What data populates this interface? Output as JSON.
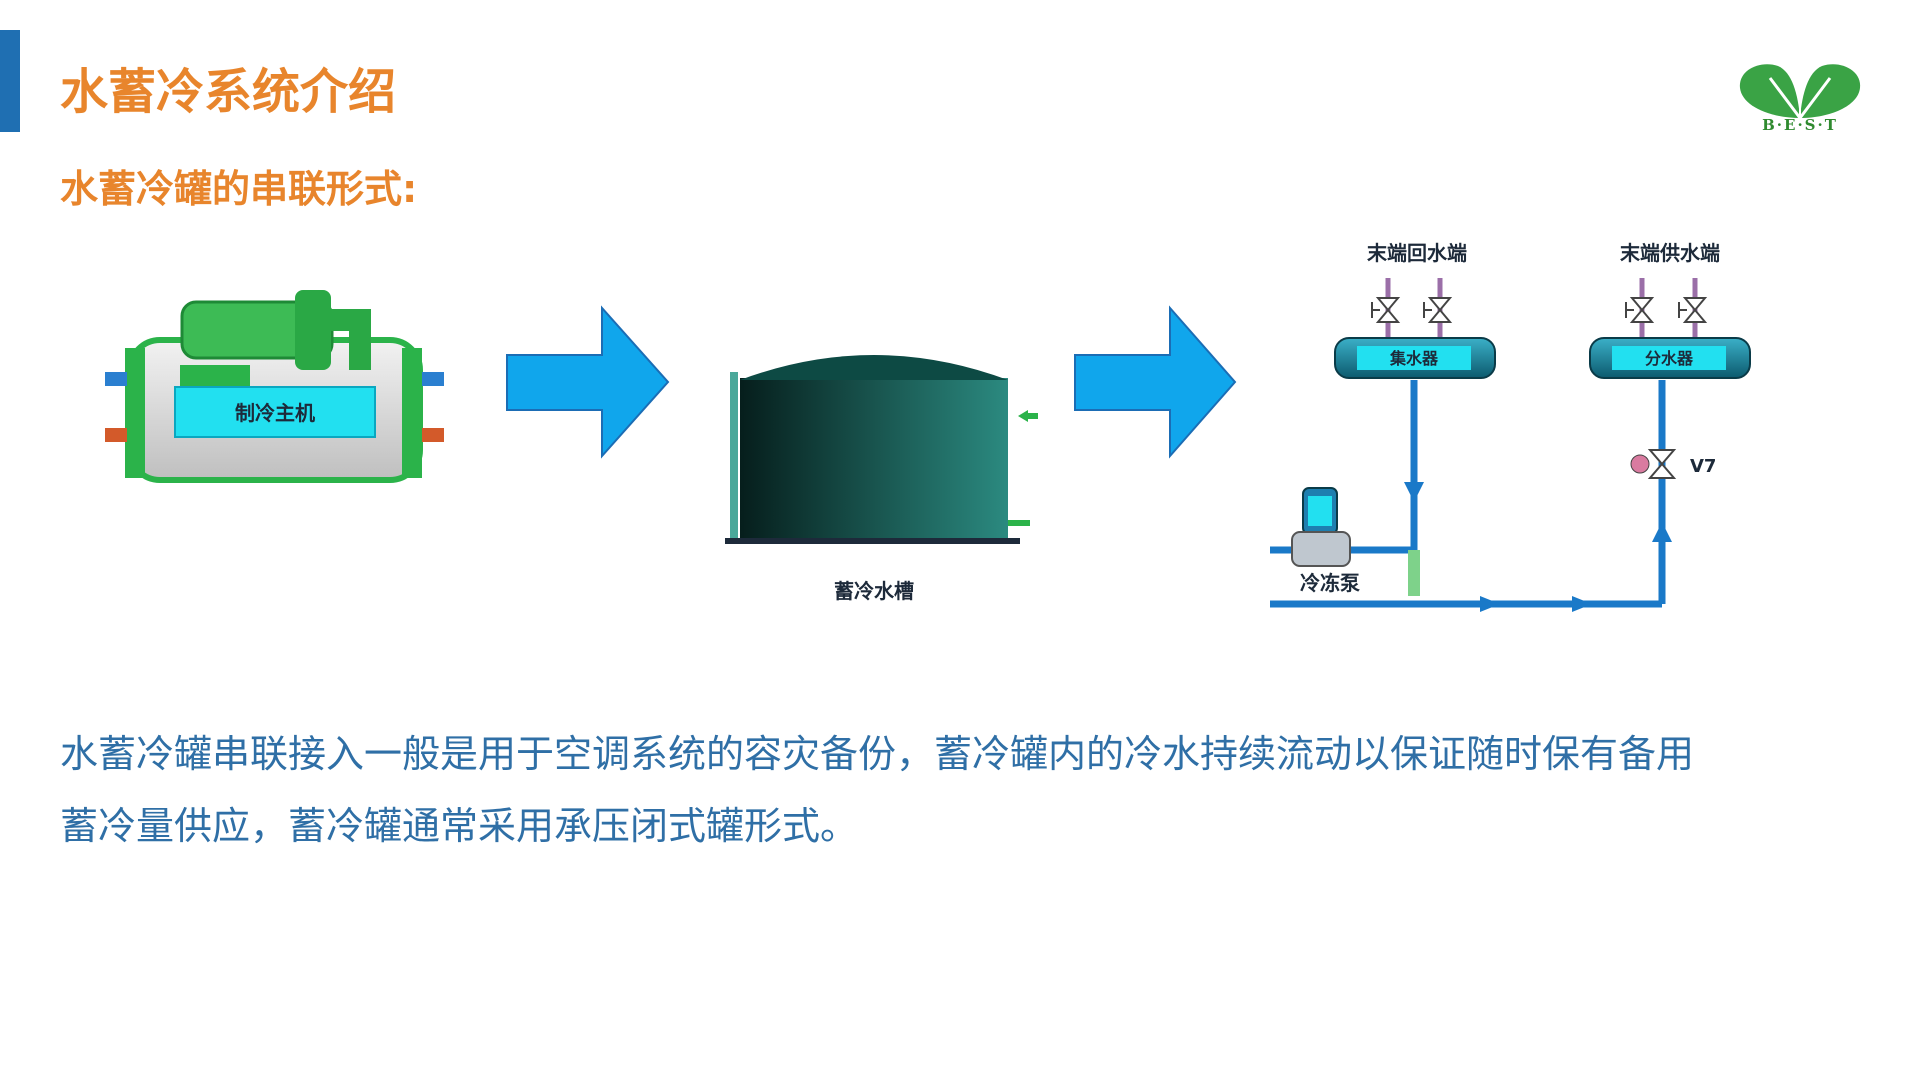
{
  "title": "水蓄冷系统介绍",
  "subtitle": "水蓄冷罐的串联形式:",
  "logo": {
    "text": "B·E·S·T",
    "icon": "leaf-logo-icon"
  },
  "diagram": {
    "chiller_label": "制冷主机",
    "tank_label": "蓄冷水槽",
    "return_label": "末端回水端",
    "supply_label": "末端供水端",
    "collector_label": "集水器",
    "distributor_label": "分水器",
    "valve_label": "V7",
    "pump_label": "冷冻泵"
  },
  "body": {
    "line1": "水蓄冷罐串联接入一般是用于空调系统的容灾备份，蓄冷罐内的冷水持续流动以保证随时保有备用",
    "line2": "蓄冷量供应，蓄冷罐通常采用承压闭式罐形式。"
  },
  "colors": {
    "accent": "#1f6fb2",
    "title": "#e8852c",
    "body": "#2f6fa6",
    "arrow": "#10a6ec",
    "pipe": "#1a79c8",
    "machine": "#2bb34a",
    "tank": "#0f5a52"
  }
}
